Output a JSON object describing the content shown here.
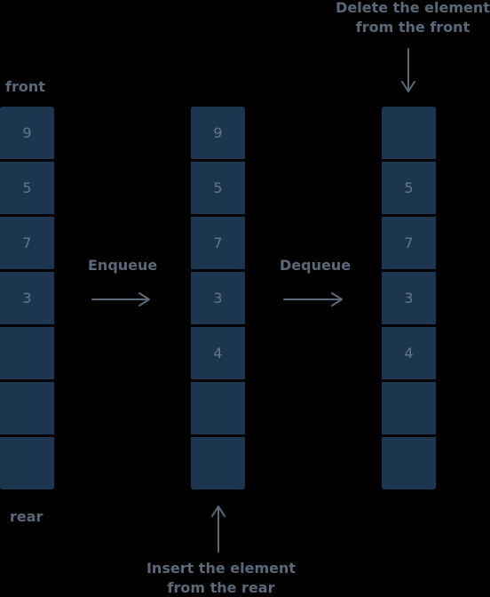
{
  "labels": {
    "front": "front",
    "rear": "rear",
    "enqueue": "Enqueue",
    "dequeue": "Dequeue",
    "delete_line1": "Delete the element",
    "delete_line2": "from the front",
    "insert_line1": "Insert the element",
    "insert_line2": "from the rear"
  },
  "queues": [
    {
      "cells": [
        "9",
        "5",
        "7",
        "3",
        "",
        "",
        ""
      ]
    },
    {
      "cells": [
        "9",
        "5",
        "7",
        "3",
        "4",
        "",
        ""
      ]
    },
    {
      "cells": [
        "",
        "5",
        "7",
        "3",
        "4",
        "",
        ""
      ]
    }
  ],
  "colors": {
    "background": "#000000",
    "cell_fill": "#1d3650",
    "cell_text": "#64778b",
    "label_text": "#5b6877",
    "arrow": "#5b6877"
  }
}
